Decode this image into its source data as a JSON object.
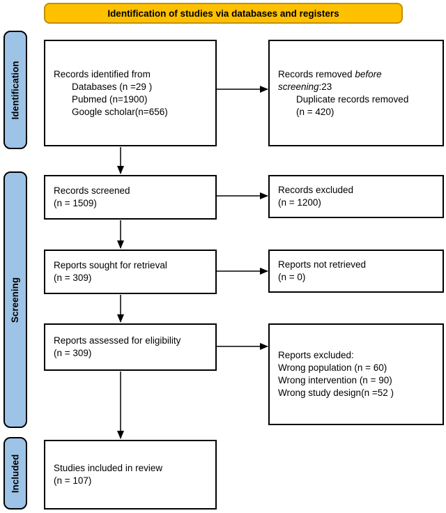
{
  "banner": {
    "label": "Identification of studies via databases and registers",
    "bg": "#FFC000"
  },
  "stages": [
    {
      "label": "Identification"
    },
    {
      "label": "Screening"
    },
    {
      "label": "Included"
    }
  ],
  "colors": {
    "banner_fill": "#FFC000",
    "banner_border": "#BF9000",
    "stage_fill": "#9DC3E6",
    "box_border": "#000000"
  },
  "boxes": {
    "records_identified": {
      "title": "Records identified from",
      "items": [
        "Databases (n =29 )",
        "Pubmed (n=1900)",
        "Google scholar(n=656)"
      ]
    },
    "records_removed": {
      "line1_normal": "Records removed",
      "line1_italic": "before",
      "line2_italic": "screening",
      "line2_normal": ":23",
      "items": [
        "Duplicate records removed",
        "(n = 420)"
      ]
    },
    "records_screened": {
      "lines": [
        "Records screened",
        "(n = 1509)"
      ]
    },
    "records_excluded": {
      "lines": [
        "Records excluded",
        "(n = 1200)"
      ]
    },
    "reports_sought": {
      "lines": [
        "Reports sought for retrieval",
        "(n = 309)"
      ]
    },
    "reports_not_retrieved": {
      "lines": [
        "Reports not retrieved",
        "(n = 0)"
      ]
    },
    "reports_assessed": {
      "lines": [
        "Reports assessed for eligibility",
        "(n = 309)"
      ]
    },
    "reports_excluded": {
      "lines": [
        "Reports excluded:",
        "Wrong population (n = 60)",
        "Wrong intervention (n = 90)",
        "Wrong study design(n =52 )"
      ]
    },
    "studies_included": {
      "lines": [
        "Studies included in review",
        "(n = 107)"
      ]
    }
  }
}
